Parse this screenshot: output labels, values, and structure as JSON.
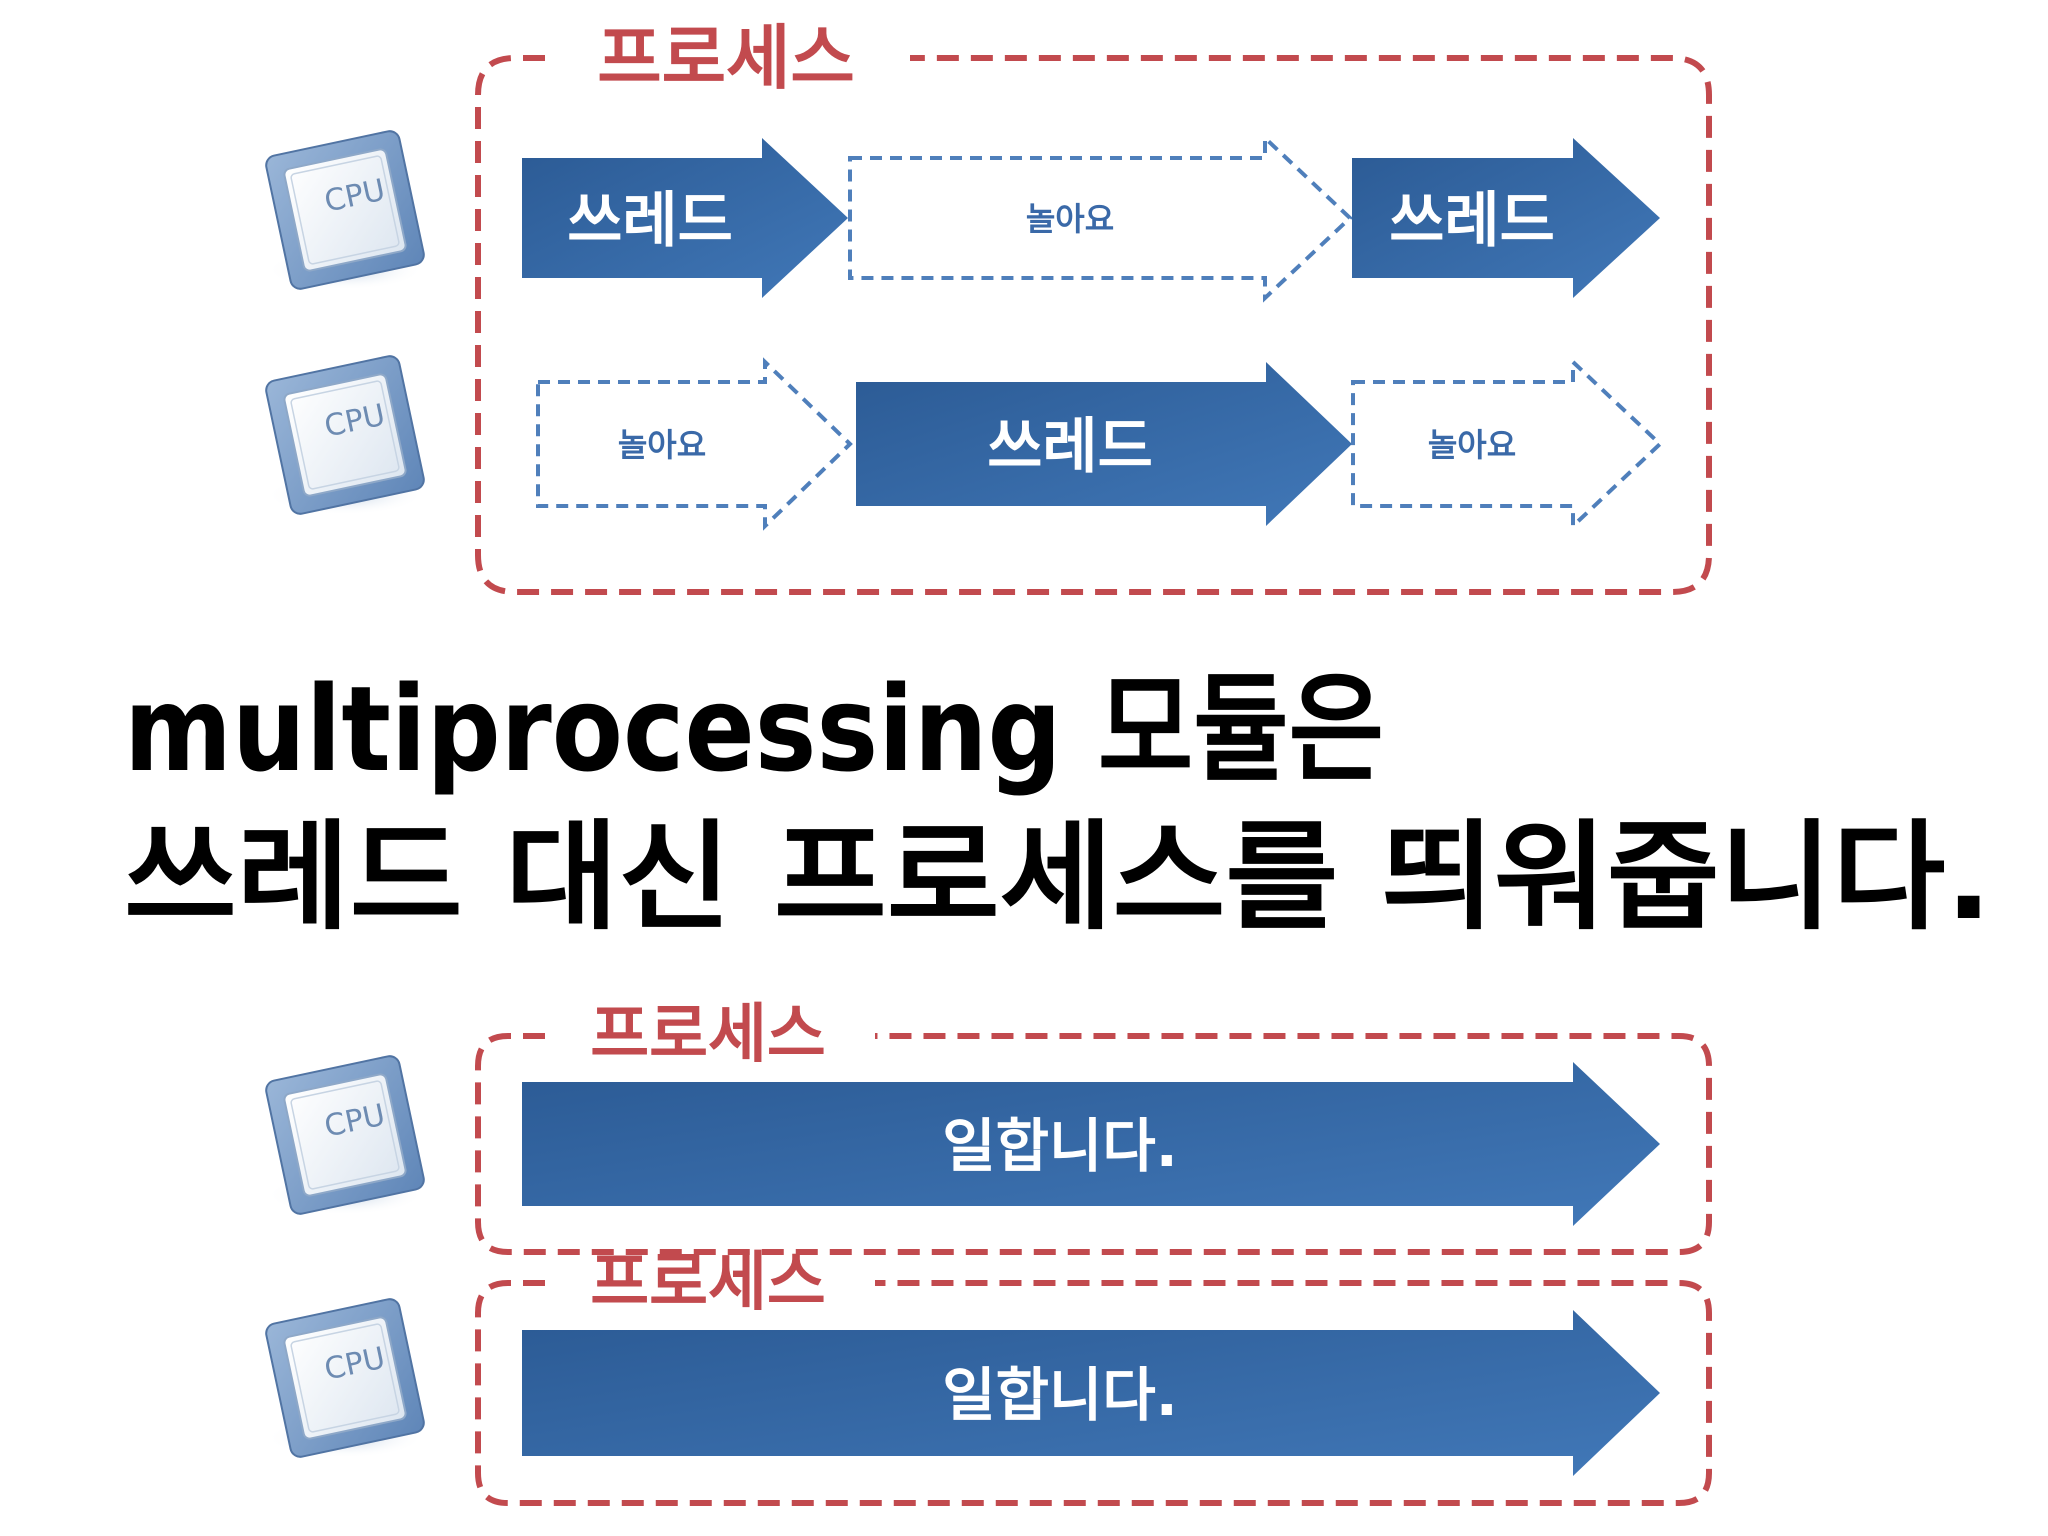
{
  "colors": {
    "process_border": "#c24a4e",
    "process_label": "#c24a4e",
    "thread_fill_dark": "#2b5a94",
    "thread_fill_light": "#4178b8",
    "idle_border": "#4f7fbb",
    "idle_text": "#3a69a8",
    "thread_text": "#ffffff",
    "heading_text": "#000000"
  },
  "icons": {
    "cpu": "cpu-chip-icon"
  },
  "cpu_label": "CPU",
  "top_process": {
    "label": "프로세스",
    "rows": [
      [
        {
          "kind": "thread",
          "label": "쓰레드"
        },
        {
          "kind": "idle",
          "label": "놀아요"
        },
        {
          "kind": "thread",
          "label": "쓰레드"
        }
      ],
      [
        {
          "kind": "idle",
          "label": "놀아요"
        },
        {
          "kind": "thread",
          "label": "쓰레드"
        },
        {
          "kind": "idle",
          "label": "놀아요"
        }
      ]
    ]
  },
  "heading": {
    "line1": "multiprocessing 모듈은",
    "line2": "쓰레드 대신 프로세스를 띄워줍니다."
  },
  "bottom_processes": [
    {
      "label": "프로세스",
      "work_label": "일합니다."
    },
    {
      "label": "프로세스",
      "work_label": "일합니다."
    }
  ]
}
